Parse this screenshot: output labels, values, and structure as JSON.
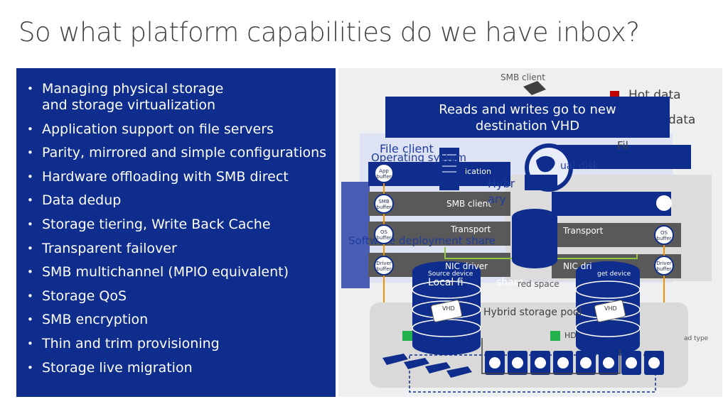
{
  "slide": {
    "title": "So what platform capabilities do we have inbox?"
  },
  "bullets": [
    "Managing physical storage\nand storage virtualization",
    "Application support on file servers",
    "Parity, mirrored and simple configurations",
    "Hardware offloading with SMB direct",
    "Data dedup",
    "Storage tiering, Write Back Cache",
    "Transparent failover",
    "SMB multichannel (MPIO equivalent)",
    "Storage QoS",
    "SMB encryption",
    "Thin and trim provisioning",
    "Storage live migration"
  ],
  "diagram": {
    "smb_client_label": "SMB client",
    "legend": {
      "hot": "Hot data",
      "cold": "data",
      "hot_color": "#c00000"
    },
    "overlay_text": "Reads and writes go to new\ndestination VHD",
    "file_client": "File client",
    "operating_system": "Operating system",
    "application": "ication",
    "smb_client_layer": "SMB client",
    "transport": "Transport",
    "nic_driver": "NIC driver",
    "software_deployment": "Software deployment share",
    "library": "ary",
    "hybrid": "Hybr",
    "virtual_disk": "ual disk",
    "fil": "Fil",
    "transport_right": "Transport",
    "nic_right": "NIC dri",
    "local_file": "Local fi",
    "share": "share",
    "red_space": "red space",
    "source_device": "Source device",
    "target_device": "get device",
    "hybrid_pool": "Hybrid storage pool",
    "hd": "HD",
    "vhd": "VHD",
    "ad_type": "ad type",
    "buffers_left": [
      "App\nbuffer",
      "SMB\nbuffer",
      "OS\nbuffer",
      "Driver\nbuffer"
    ],
    "buffers_right": [
      "OS\nbuffer",
      "Driver\nbuffer"
    ],
    "colors": {
      "navy": "#0e2d8c",
      "green": "#92c83e",
      "orange": "#f39200",
      "pool_gray": "#d9d9d9"
    }
  }
}
